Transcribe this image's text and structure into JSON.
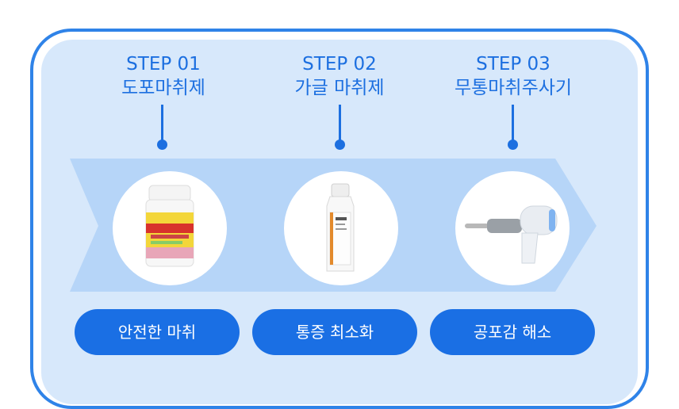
{
  "steps": [
    {
      "step": "STEP 01",
      "title": "도포마취제",
      "image": "topical-anesthetic-jar",
      "badge": "안전한 마취"
    },
    {
      "step": "STEP 02",
      "title": "가글 마취제",
      "image": "gargle-anesthetic-bottle",
      "badge": "통증 최소화"
    },
    {
      "step": "STEP 03",
      "title": "무통마취주사기",
      "image": "painless-injector-device",
      "badge": "공포감 해소"
    }
  ],
  "colors": {
    "accent": "#1c6fe0",
    "frame": "#2f83e8",
    "panel": "#d7e8fb",
    "band": "#b5d4f8",
    "pill": "#1a6fe4"
  }
}
